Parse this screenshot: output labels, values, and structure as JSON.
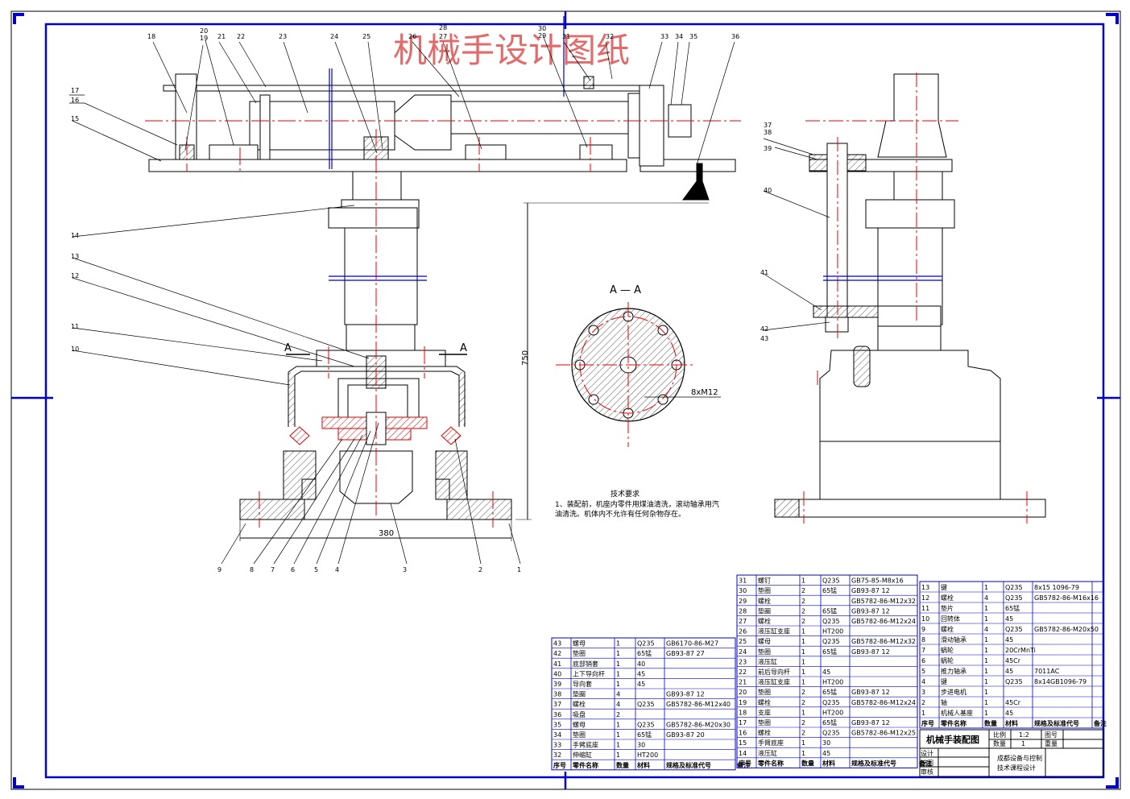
{
  "watermark_title": "机械手设计图纸",
  "drawing_title": "机械手装配图",
  "section_label": "A — A",
  "section_marks": [
    "A",
    "A"
  ],
  "dims": {
    "width": "380",
    "height": "750",
    "bolt": "8xM12"
  },
  "tech_req": {
    "title": "技术要求",
    "line1": "1、装配前，机座内零件用煤油清洗，滚动轴承用汽",
    "line2": "油清洗。机体内不允许有任何杂物存在。"
  },
  "balloons_top": [
    "18",
    "20",
    "19",
    "21",
    "22",
    "23",
    "24",
    "25",
    "26",
    "28",
    "27",
    "30",
    "29",
    "31",
    "32",
    "33",
    "34",
    "35",
    "36"
  ],
  "balloons_left": [
    "17",
    "16",
    "15",
    "14",
    "13",
    "12",
    "11",
    "10"
  ],
  "balloons_bottom": [
    "9",
    "8",
    "7",
    "6",
    "5",
    "4",
    "3",
    "2",
    "1"
  ],
  "balloons_side": [
    "37",
    "38",
    "39",
    "40",
    "41",
    "42",
    "43"
  ],
  "bom_header": [
    "序号",
    "零件名称",
    "数量",
    "材料",
    "规格及标准代号",
    "备注"
  ],
  "bom_a": [
    [
      "43",
      "螺母",
      "1",
      "Q235",
      "GB6170-86-M27",
      ""
    ],
    [
      "42",
      "垫圈",
      "1",
      "65锰",
      "GB93-87 27",
      ""
    ],
    [
      "41",
      "底部销套",
      "1",
      "40",
      "",
      ""
    ],
    [
      "40",
      "上下导向杆",
      "1",
      "45",
      "",
      ""
    ],
    [
      "39",
      "导向套",
      "1",
      "45",
      "",
      ""
    ],
    [
      "38",
      "垫圈",
      "4",
      "",
      "GB93-87 12",
      ""
    ],
    [
      "37",
      "螺栓",
      "4",
      "Q235",
      "GB5782-86-M12x40",
      ""
    ],
    [
      "36",
      "吸盘",
      "2",
      "",
      "",
      ""
    ],
    [
      "35",
      "螺母",
      "1",
      "Q235",
      "GB5782-86-M20x30",
      ""
    ],
    [
      "34",
      "垫圈",
      "1",
      "65锰",
      "GB93-87 20",
      ""
    ],
    [
      "33",
      "手臂底座",
      "1",
      "30",
      "",
      ""
    ],
    [
      "32",
      "伸缩缸",
      "1",
      "HT200",
      "",
      ""
    ]
  ],
  "bom_b": [
    [
      "31",
      "螺钉",
      "1",
      "Q235",
      "GB75-85-M8x16",
      ""
    ],
    [
      "30",
      "垫圈",
      "2",
      "65锰",
      "GB93-87 12",
      ""
    ],
    [
      "29",
      "螺栓",
      "2",
      "",
      "GB5782-86-M12x32",
      ""
    ],
    [
      "28",
      "垫圈",
      "2",
      "65锰",
      "GB93-87 12",
      ""
    ],
    [
      "27",
      "螺栓",
      "2",
      "Q235",
      "GB5782-86-M12x24",
      ""
    ],
    [
      "26",
      "液压缸支座",
      "1",
      "HT200",
      "",
      ""
    ],
    [
      "25",
      "螺母",
      "1",
      "Q235",
      "GB5782-86-M12x32",
      ""
    ],
    [
      "24",
      "垫圈",
      "1",
      "65锰",
      "GB93-87 12",
      ""
    ],
    [
      "23",
      "液压缸",
      "1",
      "",
      "",
      ""
    ],
    [
      "22",
      "前后导向杆",
      "1",
      "45",
      "",
      ""
    ],
    [
      "21",
      "液压缸支座",
      "1",
      "HT200",
      "",
      ""
    ],
    [
      "20",
      "垫圈",
      "2",
      "65锰",
      "GB93-87 12",
      ""
    ],
    [
      "19",
      "螺栓",
      "2",
      "Q235",
      "GB5782-86-M12x24",
      ""
    ],
    [
      "18",
      "支座",
      "1",
      "HT200",
      "",
      ""
    ],
    [
      "17",
      "垫圈",
      "2",
      "65锰",
      "GB93-87 12",
      ""
    ],
    [
      "16",
      "螺栓",
      "2",
      "Q235",
      "GB5782-86-M12x25",
      ""
    ],
    [
      "15",
      "手臂底座",
      "1",
      "30",
      "",
      ""
    ],
    [
      "14",
      "液压缸",
      "1",
      "45",
      "",
      ""
    ]
  ],
  "bom_c": [
    [
      "13",
      "键",
      "1",
      "Q235",
      "8x15 1096-79",
      ""
    ],
    [
      "12",
      "螺栓",
      "4",
      "Q235",
      "GB5782-86-M16x16",
      ""
    ],
    [
      "11",
      "垫片",
      "1",
      "65锰",
      "",
      ""
    ],
    [
      "10",
      "回转体",
      "1",
      "45",
      "",
      ""
    ],
    [
      "9",
      "螺栓",
      "4",
      "Q235",
      "GB5782-86-M20x50",
      ""
    ],
    [
      "8",
      "滑动轴承",
      "1",
      "45",
      "",
      ""
    ],
    [
      "7",
      "蜗轮",
      "1",
      "20CrMnTi",
      "",
      ""
    ],
    [
      "6",
      "蜗轮",
      "1",
      "45Cr",
      "",
      ""
    ],
    [
      "5",
      "推力轴承",
      "1",
      "45",
      "7011AC",
      ""
    ],
    [
      "4",
      "键",
      "1",
      "Q235",
      "8x14GB1096-79",
      ""
    ],
    [
      "3",
      "步进电机",
      "1",
      "",
      "",
      ""
    ],
    [
      "2",
      "轴",
      "1",
      "45Cr",
      "",
      ""
    ],
    [
      "1",
      "机械人基座",
      "1",
      "45",
      "",
      ""
    ]
  ],
  "title_block": {
    "scale_label": "比例",
    "scale_value": "1:2",
    "qty_label": "数量",
    "qty_value": "1",
    "dwg_label": "图号",
    "weight_label": "重量",
    "design": "设计",
    "draw": "绘图",
    "review": "审核",
    "org": "成都设备与控制",
    "org2": "技术课程设计"
  }
}
